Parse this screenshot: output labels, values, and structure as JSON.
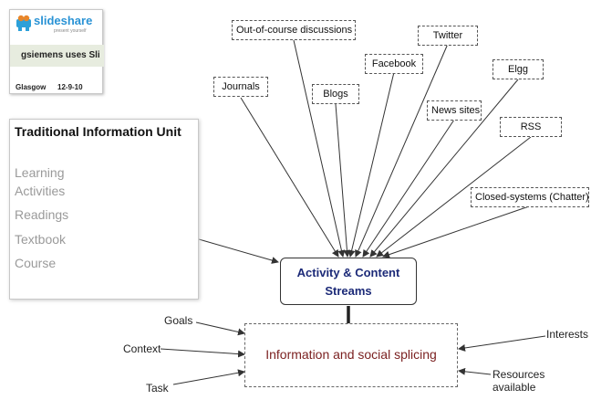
{
  "badge": {
    "logo_text": "slideshare",
    "tagline": "present yourself",
    "user_line": "gsiemens uses Sli",
    "location": "Glasgow",
    "date": "12-9-10"
  },
  "traditional": {
    "title": "Traditional Information Unit",
    "items": [
      "Learning",
      "Activities",
      "Readings",
      "Textbook",
      "Course"
    ]
  },
  "sources": {
    "out_of_course": "Out-of-course discussions",
    "twitter": "Twitter",
    "facebook": "Facebook",
    "elgg": "Elgg",
    "journals": "Journals",
    "blogs": "Blogs",
    "news_sites": "News sites",
    "rss": "RSS",
    "closed_systems": "Closed-systems (Chatter)"
  },
  "streams": {
    "line1": "Activity & Content",
    "line2": "Streams"
  },
  "splicing": {
    "label": "Information and social splicing"
  },
  "inputs": {
    "goals": "Goals",
    "context": "Context",
    "task": "Task",
    "interests": "Interests",
    "resources": "Resources available"
  },
  "colors": {
    "streams_text": "#1c2a78",
    "splicing_text": "#7a1f1f"
  }
}
